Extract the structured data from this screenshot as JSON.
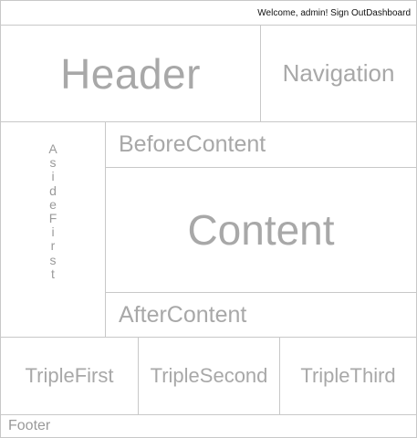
{
  "top_bar": {
    "welcome": "Welcome, admin!",
    "sign_out": "Sign Out",
    "dashboard": "Dashboard"
  },
  "regions": {
    "header": "Header",
    "navigation": "Navigation",
    "aside_first": "AsideFirst",
    "before_content": "BeforeContent",
    "content": "Content",
    "after_content": "AfterContent",
    "triple_first": "TripleFirst",
    "triple_second": "TripleSecond",
    "triple_third": "TripleThird",
    "footer": "Footer"
  },
  "colors": {
    "border": "#c8c8c8",
    "zone_text": "#a8a8a8",
    "link_text": "#111111"
  }
}
